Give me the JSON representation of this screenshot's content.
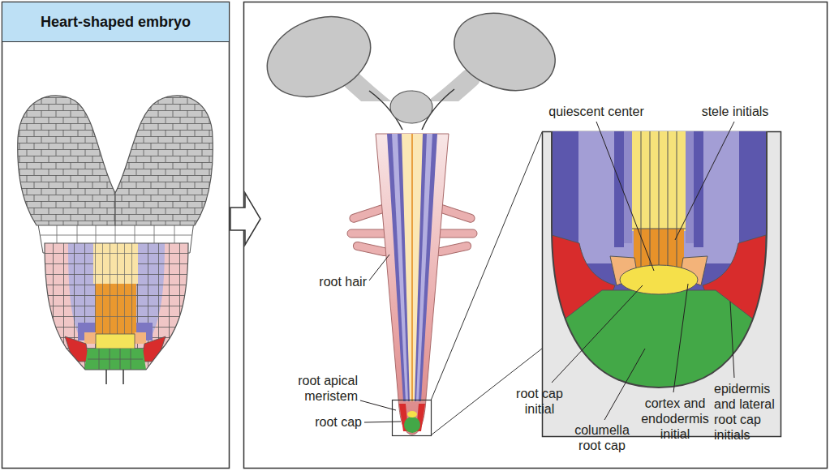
{
  "diagram": {
    "nodes": [
      {
        "text": [
          "Heart-shaped embryo"
        ]
      }
    ],
    "labels": [
      "quiescent center",
      "stele initials",
      "root hair",
      "root apical meristem",
      "root cap",
      "root cap initial",
      "columella root cap",
      "cortex and endodermis initial",
      "epidermis and lateral root cap initials"
    ]
  }
}
